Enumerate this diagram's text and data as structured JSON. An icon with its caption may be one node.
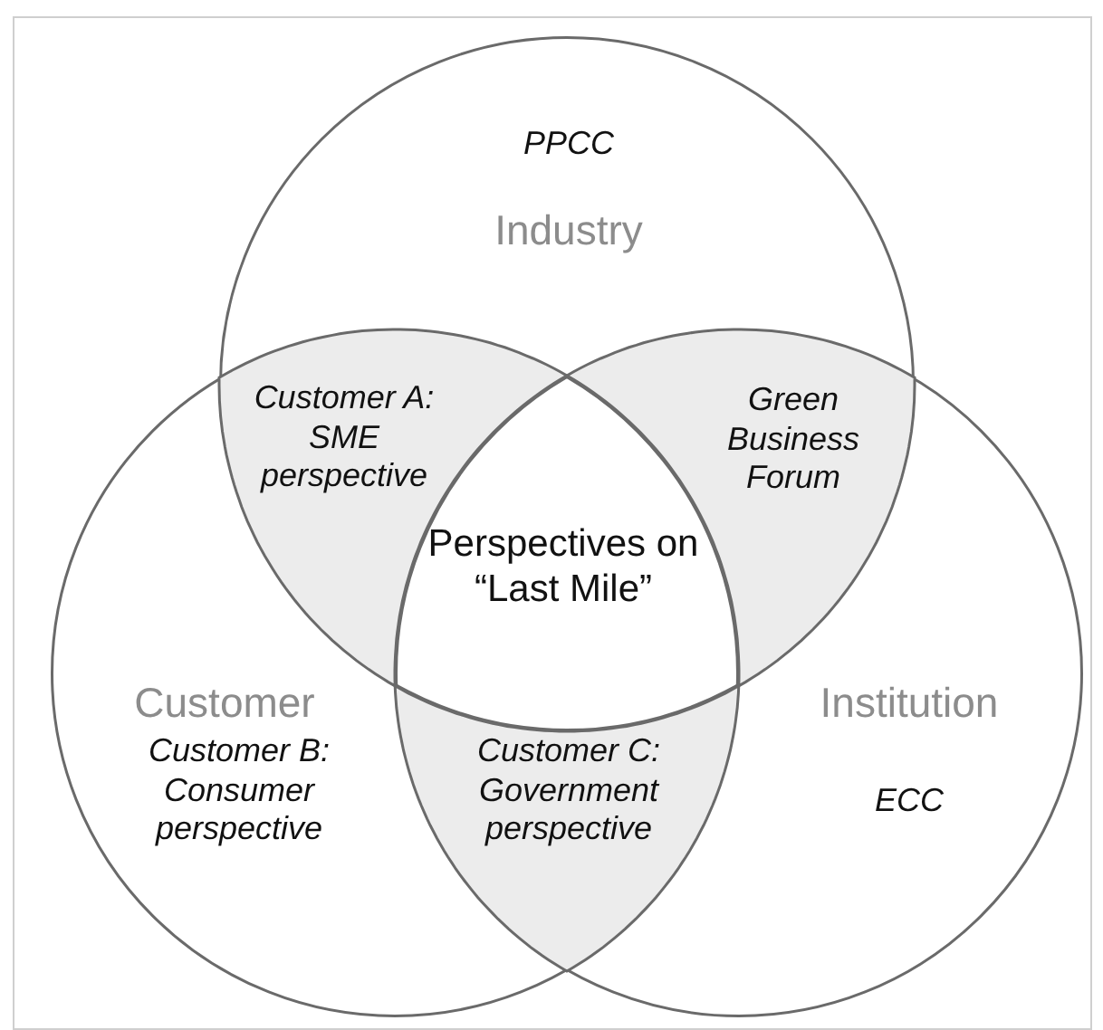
{
  "diagram": {
    "nodes": [
      {
        "text": [
          "PPCC",
          "Industry"
        ]
      },
      {
        "text": [
          "Customer A: SME perspective"
        ]
      },
      {
        "text": [
          "Green Business Forum"
        ]
      },
      {
        "text": [
          "Perspectives on “Last Mile”"
        ]
      },
      {
        "text": [
          "Customer",
          "Customer B: Consumer perspective"
        ]
      },
      {
        "text": [
          "Institution",
          "ECC"
        ]
      },
      {
        "text": [
          "Customer C: Government perspective"
        ]
      }
    ],
    "edges": []
  }
}
